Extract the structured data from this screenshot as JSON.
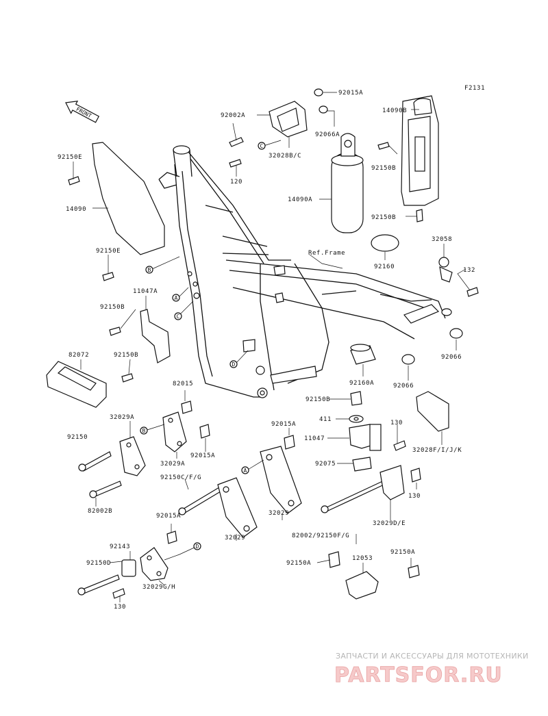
{
  "diagram": {
    "figure_code": "F2131",
    "front_arrow_label": "FRONT",
    "ref_frame_label": "Ref.Frame",
    "part_labels": {
      "p92015A_top": "92015A",
      "p92002A": "92002A",
      "p92066A": "92066A",
      "p32028BC": "32028B/C",
      "p120": "120",
      "p14090B": "14090B",
      "p92150B_cover": "92150B",
      "p14090A": "14090A",
      "p92150B_cover_low": "92150B",
      "p92150E_top": "92150E",
      "p14090": "14090",
      "p92150E_low": "92150E",
      "p11047A": "11047A",
      "p92150B_left1": "92150B",
      "p92150B_left2": "92150B",
      "p82072": "82072",
      "p32058": "32058",
      "p132": "132",
      "p92160": "92160",
      "p92066_right": "92066",
      "p92160A": "92160A",
      "p92066_mid": "92066",
      "p92150B_mid": "92150B",
      "p411": "411",
      "p11047": "11047",
      "p130_right": "130",
      "p32028FIJK": "32028F/I/J/K",
      "p92075": "92075",
      "p130_lower": "130",
      "p32029DE": "32029D/E",
      "p82002_92150FG": "82002/92150F/G",
      "p82015": "82015",
      "p32029A_top": "32029A",
      "p92150": "92150",
      "p32029A_mid": "32029A",
      "p92015A_mid": "92015A",
      "p92150CFG": "92150C/F/G",
      "p82002B": "82002B",
      "p92015A_right": "92015A",
      "p32029_a": "32029",
      "p32029_b": "32029",
      "p92015A_low": "92015A",
      "p92143": "92143",
      "p92150D": "92150D",
      "p32029GH": "32029G/H",
      "p130_bottom": "130",
      "p92150A_left": "92150A",
      "p12053": "12053",
      "p92150A_right": "92150A"
    },
    "callouts": {
      "A": "A",
      "B": "B",
      "C": "C",
      "D": "D"
    }
  },
  "watermark": {
    "tagline": "ЗАПЧАСТИ И АКСЕССУАРЫ ДЛЯ МОТОТЕХНИКИ",
    "brand": "PARTSFOR.RU"
  },
  "colors": {
    "line": "#111111",
    "watermark_brand": "#f6caca",
    "watermark_tagline": "#b5b5b5"
  }
}
